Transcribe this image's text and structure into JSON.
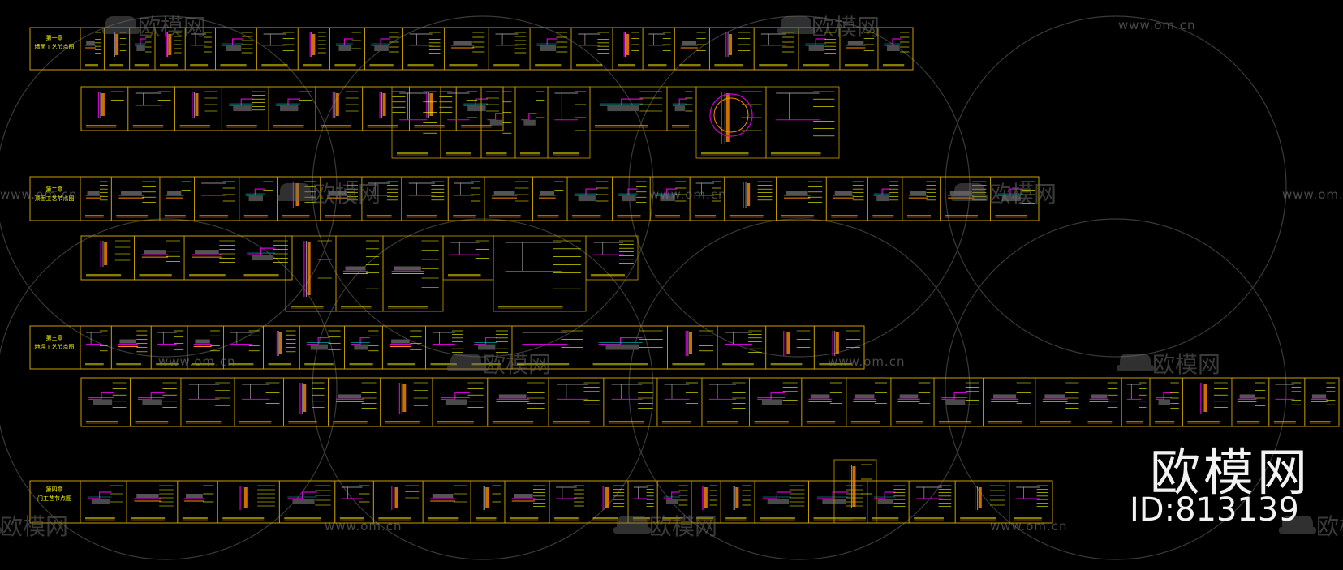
{
  "chapter_titles": [
    {
      "line1": "第一章",
      "line2": "墙面工艺节点图"
    },
    {
      "line1": "第二章",
      "line2": "顶面工艺节点图"
    },
    {
      "line1": "第三章",
      "line2": "地坪工艺节点图"
    },
    {
      "line1": "第四章",
      "line2": "门工艺节点图"
    }
  ],
  "watermark": {
    "logo_text": "欧模网",
    "url_text": "www.om.cn"
  },
  "brand": {
    "name": "欧模网",
    "id_label": "ID:813139"
  },
  "colors": {
    "background": "#000000",
    "frame": "#c8a000",
    "annotation": "#ffff00",
    "magenta": "#d000d0",
    "cyan": "#00c8c8",
    "orange": "#ff8c00",
    "white": "#ffffff",
    "watermark": "#6b6b6b"
  },
  "icons": [
    "sofa-logo-icon"
  ]
}
